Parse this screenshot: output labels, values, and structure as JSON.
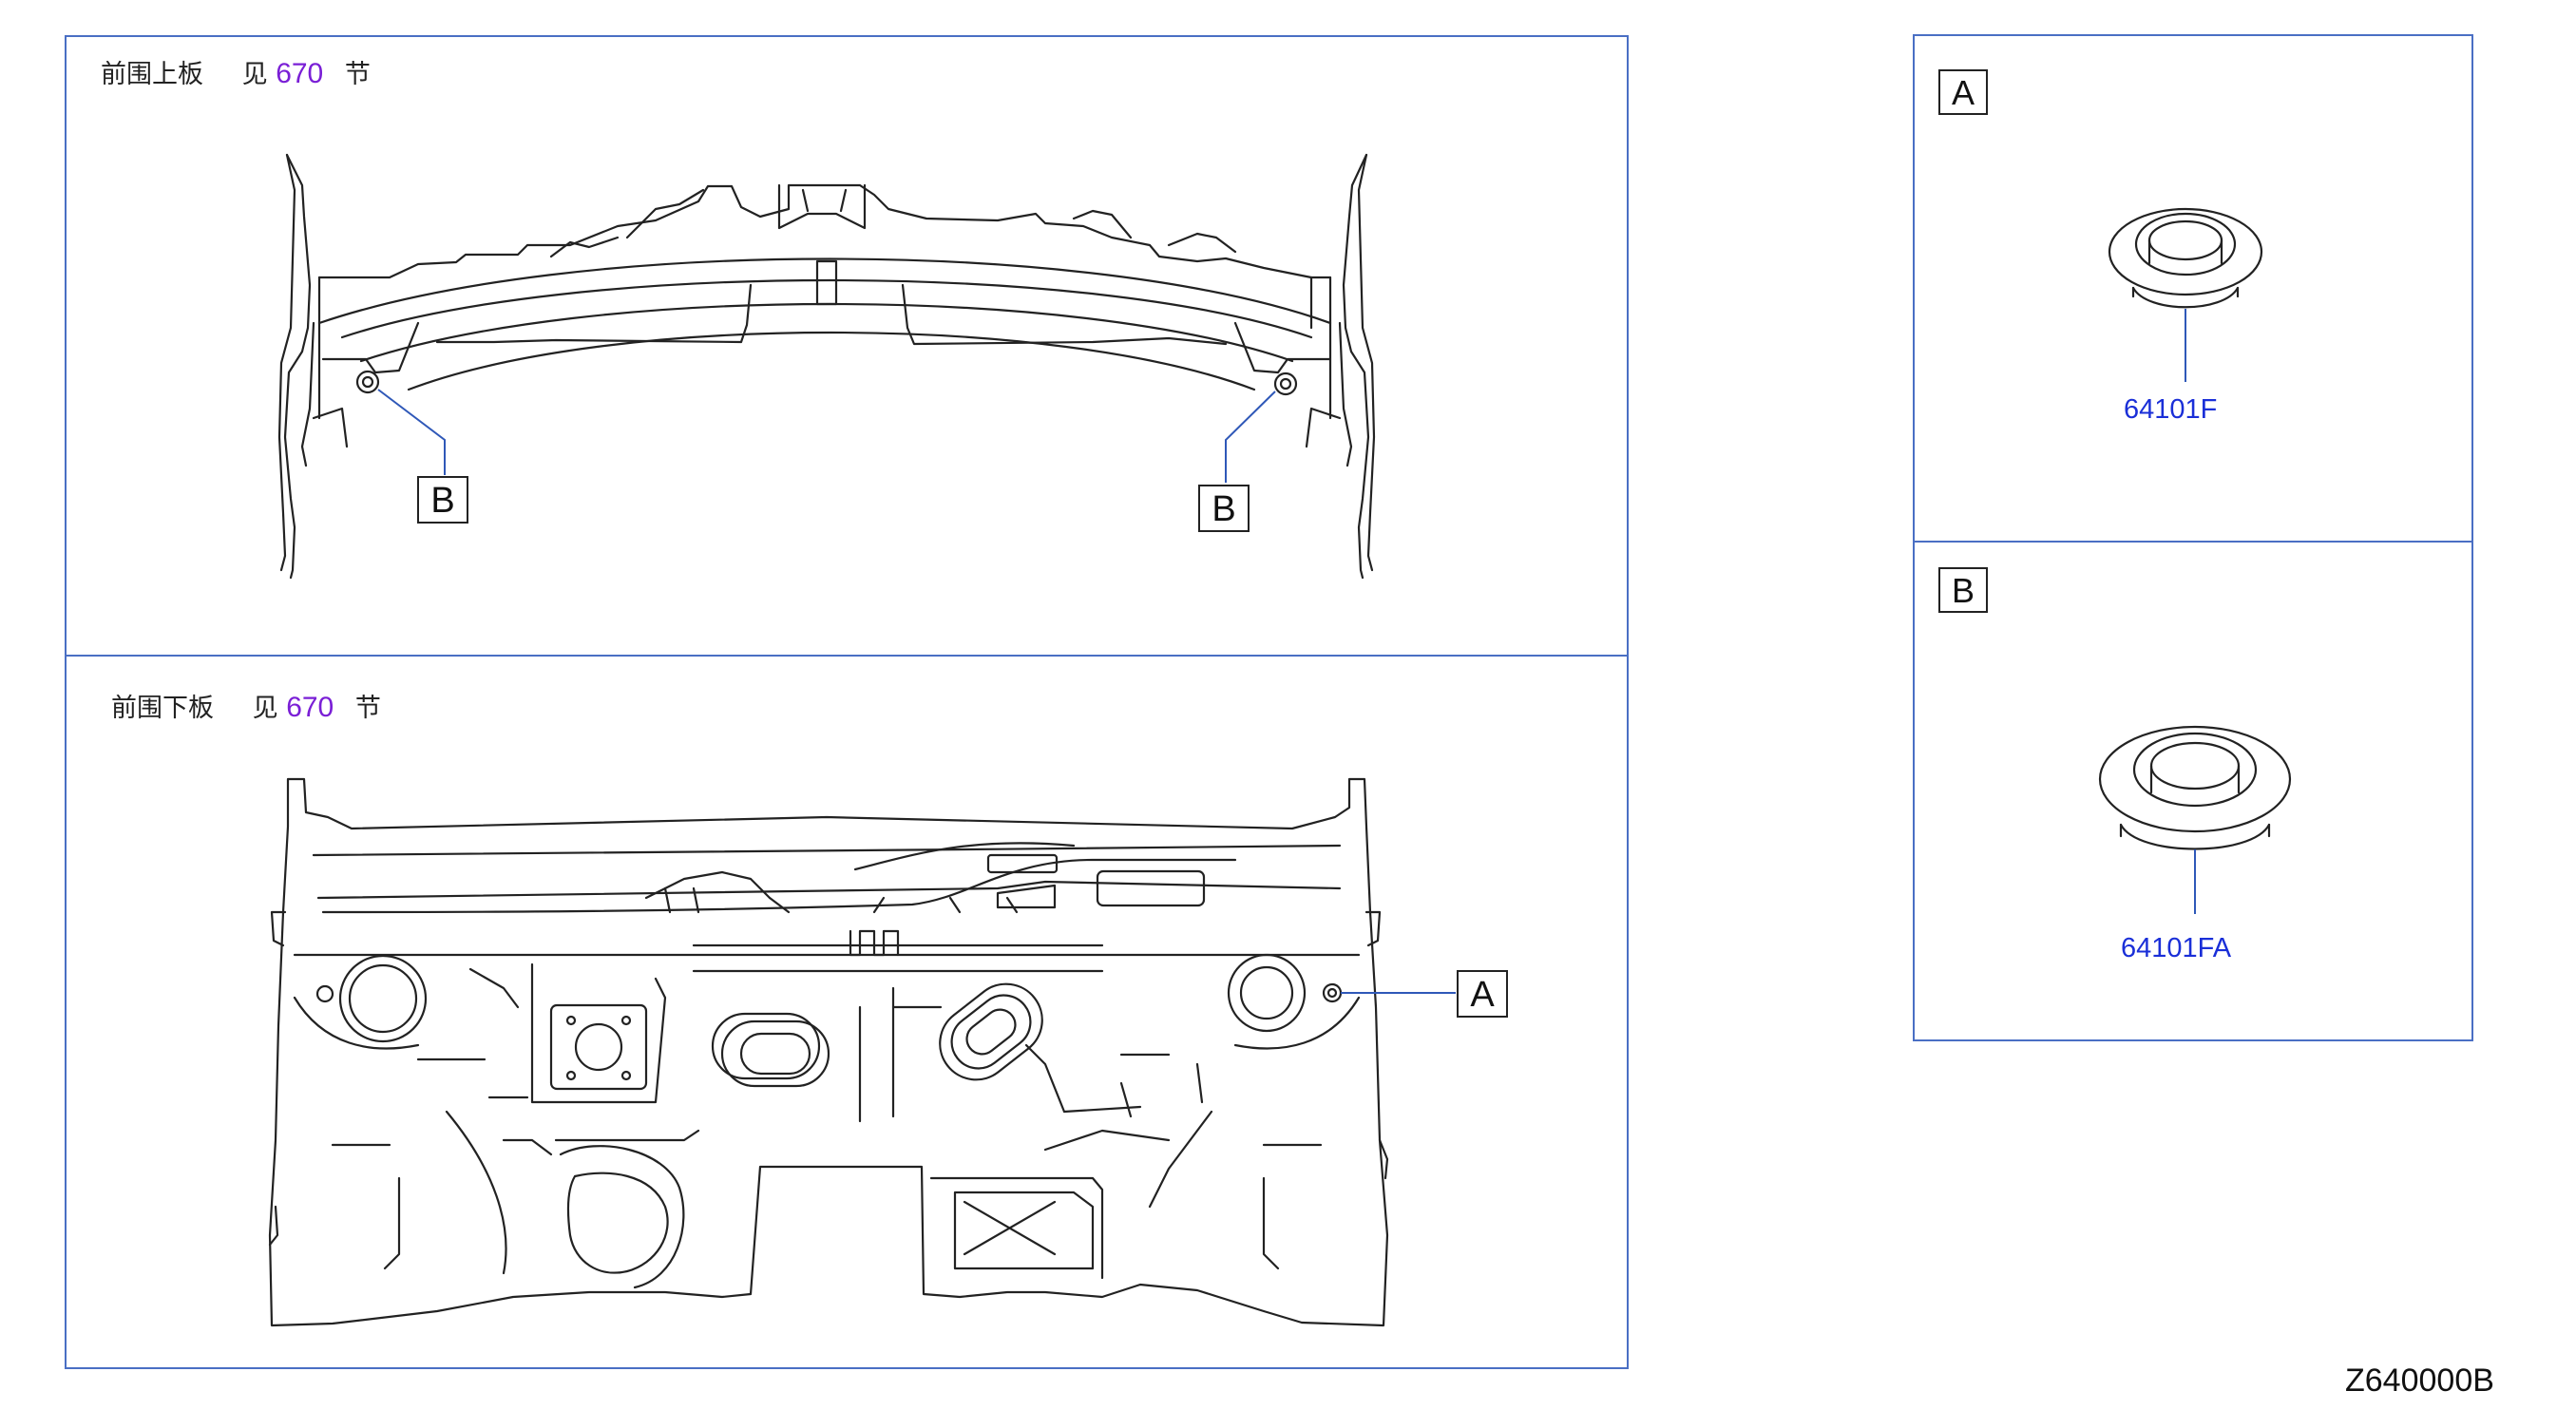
{
  "upper_section": {
    "label": "前围上板",
    "see": "见",
    "ref_number": "670",
    "section_suffix": "节",
    "callouts": [
      "B",
      "B"
    ]
  },
  "lower_section": {
    "label": "前围下板",
    "see": "见",
    "ref_number": "670",
    "section_suffix": "节",
    "callouts": [
      "A"
    ]
  },
  "parts": [
    {
      "callout": "A",
      "part_number": "64101F"
    },
    {
      "callout": "B",
      "part_number": "64101FA"
    }
  ],
  "diagram_code": "Z640000B",
  "colors": {
    "frame": "#4a6fc4",
    "ref": "#7a1fd6",
    "part_number": "#1a2fd8"
  }
}
